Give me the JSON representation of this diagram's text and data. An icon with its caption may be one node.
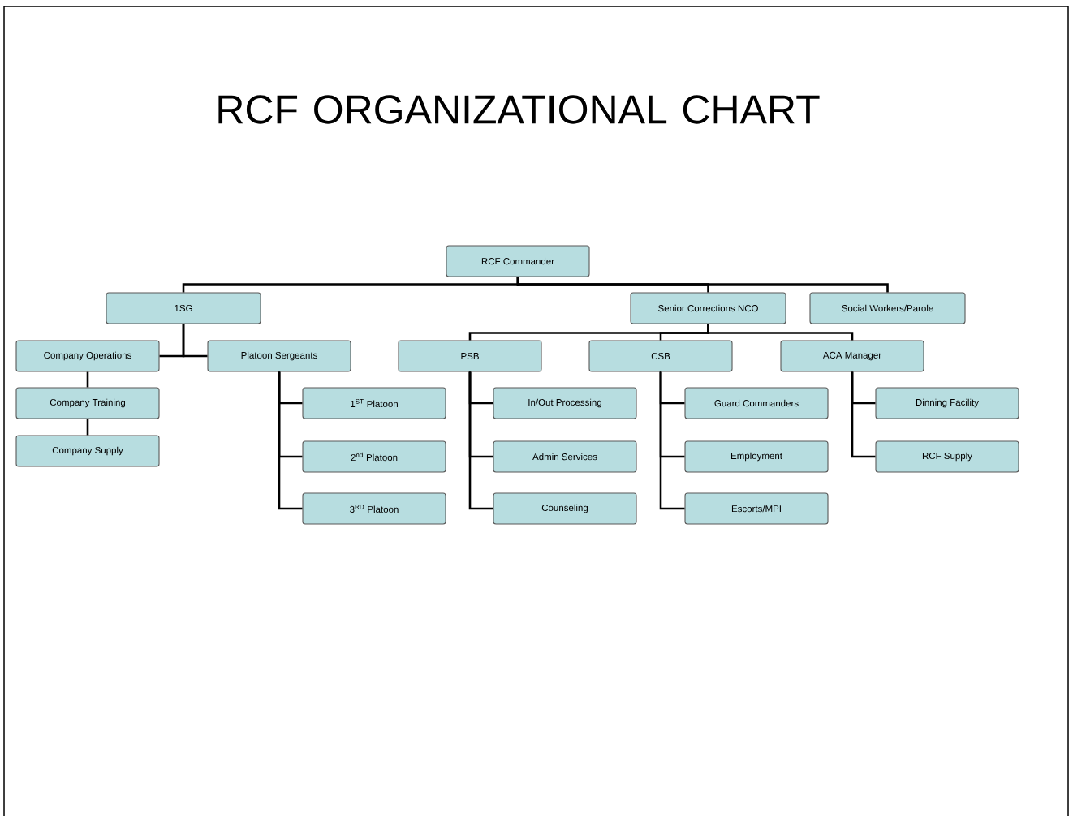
{
  "diagram": {
    "title": "RCF ORGANIZATIONAL CHART",
    "nodes": [
      {
        "text": [
          "RCF Commander"
        ]
      },
      {
        "text": [
          "1SG"
        ]
      },
      {
        "text": [
          "Senior Corrections NCO"
        ]
      },
      {
        "text": [
          "Social Workers/Parole"
        ]
      },
      {
        "text": [
          "Company Operations"
        ]
      },
      {
        "text": [
          "Platoon Sergeants"
        ]
      },
      {
        "text": [
          "PSB"
        ]
      },
      {
        "text": [
          "CSB"
        ]
      },
      {
        "text": [
          "ACA Manager"
        ]
      },
      {
        "text": [
          "Company Training"
        ]
      },
      {
        "text": [
          "Company Supply"
        ]
      },
      {
        "text": [
          "1$^{ST}$ Platoon"
        ]
      },
      {
        "text": [
          "2$^{nd}$ Platoon"
        ]
      },
      {
        "text": [
          "3$^{RD}$ Platoon"
        ]
      },
      {
        "text": [
          "In/Out Processing"
        ]
      },
      {
        "text": [
          "Admin Services"
        ]
      },
      {
        "text": [
          "Counseling"
        ]
      },
      {
        "text": [
          "Guard Commanders"
        ]
      },
      {
        "text": [
          "Employment"
        ]
      },
      {
        "text": [
          "Escorts/MPI"
        ]
      },
      {
        "text": [
          "Dinning Facility"
        ]
      },
      {
        "text": [
          "RCF Supply"
        ]
      }
    ],
    "edges": [
      {
        "from": 0,
        "to": 1,
        "arrow": "none"
      },
      {
        "from": 0,
        "to": 2,
        "arrow": "none"
      },
      {
        "from": 0,
        "to": 3,
        "arrow": "none"
      },
      {
        "from": 1,
        "to": 4,
        "arrow": "none"
      },
      {
        "from": 1,
        "to": 5,
        "arrow": "none"
      },
      {
        "from": 4,
        "to": 9,
        "arrow": "none"
      },
      {
        "from": 9,
        "to": 10,
        "arrow": "none"
      },
      {
        "from": 5,
        "to": 11,
        "arrow": "none"
      },
      {
        "from": 5,
        "to": 12,
        "arrow": "none"
      },
      {
        "from": 5,
        "to": 13,
        "arrow": "none"
      },
      {
        "from": 2,
        "to": 6,
        "arrow": "none"
      },
      {
        "from": 2,
        "to": 7,
        "arrow": "none"
      },
      {
        "from": 2,
        "to": 8,
        "arrow": "none"
      },
      {
        "from": 6,
        "to": 14,
        "arrow": "none"
      },
      {
        "from": 6,
        "to": 15,
        "arrow": "none"
      },
      {
        "from": 6,
        "to": 16,
        "arrow": "none"
      },
      {
        "from": 7,
        "to": 17,
        "arrow": "none"
      },
      {
        "from": 7,
        "to": 18,
        "arrow": "none"
      },
      {
        "from": 7,
        "to": 19,
        "arrow": "none"
      },
      {
        "from": 8,
        "to": 20,
        "arrow": "none"
      },
      {
        "from": 8,
        "to": 21,
        "arrow": "none"
      }
    ]
  }
}
